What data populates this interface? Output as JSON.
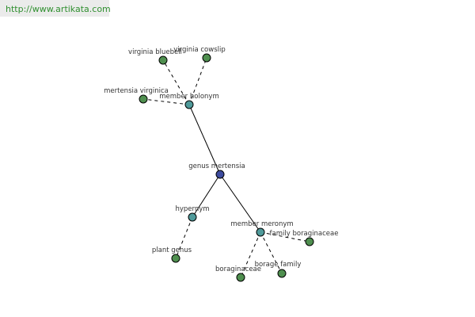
{
  "watermark": "http://www.artikata.com",
  "colors": {
    "center": "#3d4b9e",
    "relation": "#4f9a9a",
    "leaf": "#4f8f4f",
    "edge": "#000000",
    "background": "#ffffff"
  },
  "nodes": [
    {
      "id": "genus-mertensia",
      "label": "genus mertensia",
      "kind": "center"
    },
    {
      "id": "member-holonym",
      "label": "member holonym",
      "kind": "relation"
    },
    {
      "id": "hypernym",
      "label": "hypernym",
      "kind": "relation"
    },
    {
      "id": "member-meronym",
      "label": "member meronym",
      "kind": "relation"
    },
    {
      "id": "virginia-bluebell",
      "label": "virginia bluebell",
      "kind": "leaf"
    },
    {
      "id": "virginia-cowslip",
      "label": "virginia cowslip",
      "kind": "leaf"
    },
    {
      "id": "mertensia-virginica",
      "label": "mertensia virginica",
      "kind": "leaf"
    },
    {
      "id": "plant-genus",
      "label": "plant genus",
      "kind": "leaf"
    },
    {
      "id": "family-boraginaceae",
      "label": "family boraginaceae",
      "kind": "leaf"
    },
    {
      "id": "borage-family",
      "label": "borage family",
      "kind": "leaf"
    },
    {
      "id": "boraginaceae",
      "label": "boraginaceae",
      "kind": "leaf"
    }
  ],
  "edges": [
    {
      "from": "genus-mertensia",
      "to": "member-holonym",
      "style": "solid"
    },
    {
      "from": "genus-mertensia",
      "to": "hypernym",
      "style": "solid"
    },
    {
      "from": "genus-mertensia",
      "to": "member-meronym",
      "style": "solid"
    },
    {
      "from": "member-holonym",
      "to": "virginia-bluebell",
      "style": "dashed"
    },
    {
      "from": "member-holonym",
      "to": "virginia-cowslip",
      "style": "dashed"
    },
    {
      "from": "member-holonym",
      "to": "mertensia-virginica",
      "style": "dashed"
    },
    {
      "from": "hypernym",
      "to": "plant-genus",
      "style": "dashed"
    },
    {
      "from": "member-meronym",
      "to": "family-boraginaceae",
      "style": "dashed"
    },
    {
      "from": "member-meronym",
      "to": "borage-family",
      "style": "dashed"
    },
    {
      "from": "member-meronym",
      "to": "boraginaceae",
      "style": "dashed"
    }
  ]
}
